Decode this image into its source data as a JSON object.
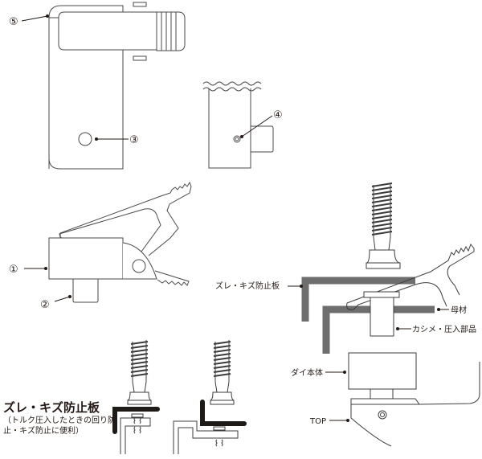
{
  "callouts": {
    "n1": "①",
    "n2": "②",
    "n3": "③",
    "n4": "④",
    "n5": "⑤"
  },
  "assembly_labels": {
    "guard_plate": "ズレ・キズ防止板",
    "base_material": "母材",
    "crimp_part": "カシメ・圧入部品",
    "die_body": "ダイ本体",
    "top": "TOP"
  },
  "feature": {
    "title": "ズレ・キズ防止板",
    "description": "（トルク圧入したときの回り防止・キズ防止に便利）"
  },
  "colors": {
    "line": "#3c3c3c",
    "plate_gray": "#6e6e6e",
    "plate_black": "#1e1a18"
  }
}
